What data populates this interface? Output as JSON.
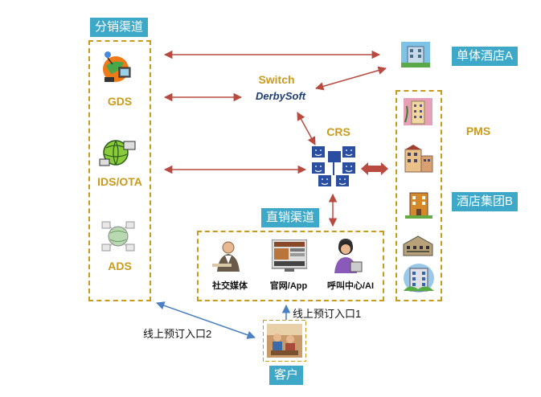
{
  "labels": {
    "distribution": "分销渠道",
    "direct": "直销渠道",
    "single_hotel": "单体酒店A",
    "hotel_group": "酒店集团B",
    "customer": "客户"
  },
  "channels": {
    "gds": "GDS",
    "ids_ota": "IDS/OTA",
    "ads": "ADS"
  },
  "switch": {
    "title": "Switch",
    "brand": "DerbySoft"
  },
  "crs": "CRS",
  "pms": "PMS",
  "direct_items": {
    "social": "社交媒体",
    "website": "官网/App",
    "callcenter": "呼叫中心/AI"
  },
  "entries": {
    "entry1": "线上预订入口1",
    "entry2": "线上预订入口2"
  },
  "colors": {
    "tag_bg": "#3ea8c9",
    "dashed_border": "#c99a1c",
    "label_gold": "#c99a1c",
    "arrow_red": "#b84a40",
    "arrow_blue": "#4a7fc0",
    "crs_blue": "#2b4fa0",
    "brand_navy": "#1e3d73"
  },
  "icons": [
    "satellite-icon",
    "globe-computer-icon",
    "network-globe-icon",
    "hotel-building-icon",
    "crs-computers-icon",
    "businessman-icon",
    "website-icon",
    "callcenter-icon",
    "customer-photo-icon"
  ]
}
